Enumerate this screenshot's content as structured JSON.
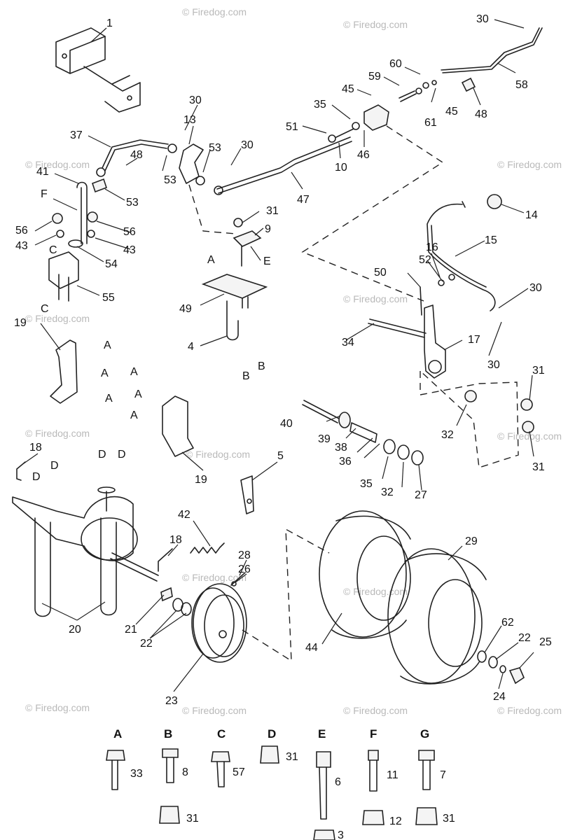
{
  "watermark": "© Firedog.com",
  "callouts": [
    {
      "id": "c1",
      "text": "1"
    },
    {
      "id": "c30a",
      "text": "30"
    },
    {
      "id": "c58",
      "text": "58"
    },
    {
      "id": "c60",
      "text": "60"
    },
    {
      "id": "c59",
      "text": "59"
    },
    {
      "id": "c45a",
      "text": "45"
    },
    {
      "id": "c45b",
      "text": "45"
    },
    {
      "id": "c61",
      "text": "61"
    },
    {
      "id": "c48a",
      "text": "48"
    },
    {
      "id": "c35a",
      "text": "35"
    },
    {
      "id": "c51",
      "text": "51"
    },
    {
      "id": "c46",
      "text": "46"
    },
    {
      "id": "c10",
      "text": "10"
    },
    {
      "id": "c30b",
      "text": "30"
    },
    {
      "id": "c13",
      "text": "13"
    },
    {
      "id": "c37",
      "text": "37"
    },
    {
      "id": "c48b",
      "text": "48"
    },
    {
      "id": "c53a",
      "text": "53"
    },
    {
      "id": "c53b",
      "text": "53"
    },
    {
      "id": "c30c",
      "text": "30"
    },
    {
      "id": "c47",
      "text": "47"
    },
    {
      "id": "c41",
      "text": "41"
    },
    {
      "id": "c53c",
      "text": "53"
    },
    {
      "id": "c14",
      "text": "14"
    },
    {
      "id": "cF",
      "text": "F"
    },
    {
      "id": "c31a",
      "text": "31"
    },
    {
      "id": "c15",
      "text": "15"
    },
    {
      "id": "c56a",
      "text": "56"
    },
    {
      "id": "c56b",
      "text": "56"
    },
    {
      "id": "c43a",
      "text": "43"
    },
    {
      "id": "c43b",
      "text": "43"
    },
    {
      "id": "c9",
      "text": "9"
    },
    {
      "id": "c16",
      "text": "16"
    },
    {
      "id": "c54",
      "text": "54"
    },
    {
      "id": "cE",
      "text": "E"
    },
    {
      "id": "c52",
      "text": "52"
    },
    {
      "id": "cC1",
      "text": "C"
    },
    {
      "id": "cA1",
      "text": "A"
    },
    {
      "id": "c50",
      "text": "50"
    },
    {
      "id": "c55",
      "text": "55"
    },
    {
      "id": "c49",
      "text": "49"
    },
    {
      "id": "c30d",
      "text": "30"
    },
    {
      "id": "cC2",
      "text": "C"
    },
    {
      "id": "c19a",
      "text": "19"
    },
    {
      "id": "c4",
      "text": "4"
    },
    {
      "id": "c34",
      "text": "34"
    },
    {
      "id": "c17",
      "text": "17"
    },
    {
      "id": "c30e",
      "text": "30"
    },
    {
      "id": "cA2",
      "text": "A"
    },
    {
      "id": "cA3",
      "text": "A"
    },
    {
      "id": "cB1",
      "text": "B"
    },
    {
      "id": "cB2",
      "text": "B"
    },
    {
      "id": "c31b",
      "text": "31"
    },
    {
      "id": "cA4",
      "text": "A"
    },
    {
      "id": "cA5",
      "text": "A"
    },
    {
      "id": "cA6",
      "text": "A"
    },
    {
      "id": "cA7",
      "text": "A"
    },
    {
      "id": "c40",
      "text": "40"
    },
    {
      "id": "c39",
      "text": "39"
    },
    {
      "id": "c38",
      "text": "38"
    },
    {
      "id": "c32a",
      "text": "32"
    },
    {
      "id": "c31c",
      "text": "31"
    },
    {
      "id": "c18a",
      "text": "18"
    },
    {
      "id": "cD1",
      "text": "D"
    },
    {
      "id": "cD2",
      "text": "D"
    },
    {
      "id": "cD3",
      "text": "D"
    },
    {
      "id": "cD4",
      "text": "D"
    },
    {
      "id": "c19b",
      "text": "19"
    },
    {
      "id": "c5",
      "text": "5"
    },
    {
      "id": "c36",
      "text": "36"
    },
    {
      "id": "c35b",
      "text": "35"
    },
    {
      "id": "c32b",
      "text": "32"
    },
    {
      "id": "c27",
      "text": "27"
    },
    {
      "id": "c42",
      "text": "42"
    },
    {
      "id": "c18b",
      "text": "18"
    },
    {
      "id": "c29",
      "text": "29"
    },
    {
      "id": "c28",
      "text": "28"
    },
    {
      "id": "c26",
      "text": "26"
    },
    {
      "id": "c20",
      "text": "20"
    },
    {
      "id": "c21",
      "text": "21"
    },
    {
      "id": "c22a",
      "text": "22"
    },
    {
      "id": "c44",
      "text": "44"
    },
    {
      "id": "c62",
      "text": "62"
    },
    {
      "id": "c22b",
      "text": "22"
    },
    {
      "id": "c25",
      "text": "25"
    },
    {
      "id": "c24",
      "text": "24"
    },
    {
      "id": "c23",
      "text": "23"
    }
  ],
  "legend": [
    {
      "letter": "A",
      "parts": [
        "33"
      ]
    },
    {
      "letter": "B",
      "parts": [
        "8",
        "31"
      ]
    },
    {
      "letter": "C",
      "parts": [
        "57"
      ]
    },
    {
      "letter": "D",
      "parts": [
        "31"
      ]
    },
    {
      "letter": "E",
      "parts": [
        "6",
        "3"
      ]
    },
    {
      "letter": "F",
      "parts": [
        "11",
        "12"
      ]
    },
    {
      "letter": "G",
      "parts": [
        "7",
        "31"
      ]
    }
  ]
}
